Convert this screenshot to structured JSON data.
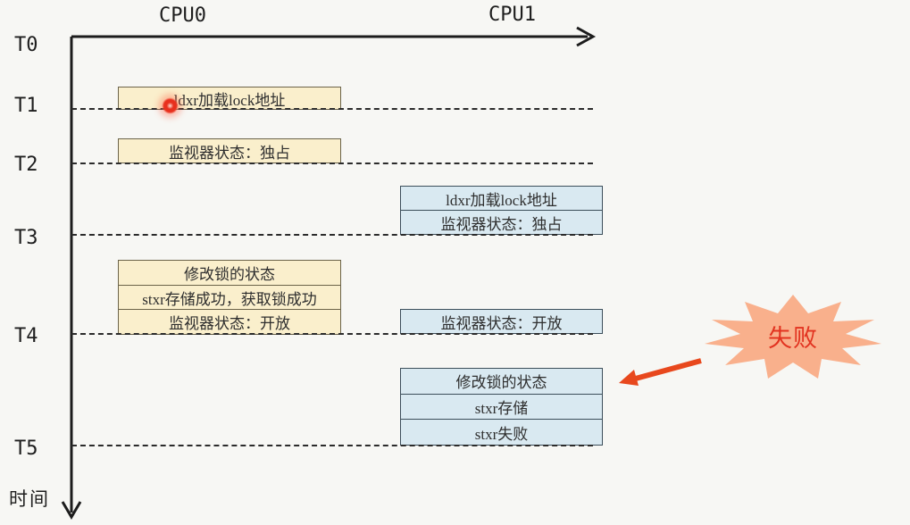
{
  "axis": {
    "cpu0_label": "CPU0",
    "cpu1_label": "CPU1",
    "time_label": "时间",
    "ticks": [
      "T0",
      "T1",
      "T2",
      "T3",
      "T4",
      "T5"
    ]
  },
  "cpu0": {
    "t1_box": "ldxr加载lock地址",
    "t2_box": "监视器状态：独占",
    "t4_rows": [
      "修改锁的状态",
      "stxr存储成功，获取锁成功",
      "监视器状态：开放"
    ]
  },
  "cpu1": {
    "t3_rows": [
      "ldxr加载lock地址",
      "监视器状态：独占"
    ],
    "t4_box": "监视器状态：开放",
    "t5_rows": [
      "修改锁的状态",
      "stxr存储",
      "stxr失败"
    ]
  },
  "annotation": {
    "fail_label": "失败"
  },
  "colors": {
    "background": "#f7f7f4",
    "cpu0_box_fill": "#faefcc",
    "cpu0_box_border": "#6b6349",
    "cpu1_box_fill": "#d9e9f1",
    "cpu1_box_border": "#3c4e5a",
    "burst_fill": "#f9b08c",
    "burst_text": "#e23320",
    "annotation_arrow": "#e8481d",
    "axis_line": "#1c1c1c",
    "click_cursor": "#e8301e"
  }
}
